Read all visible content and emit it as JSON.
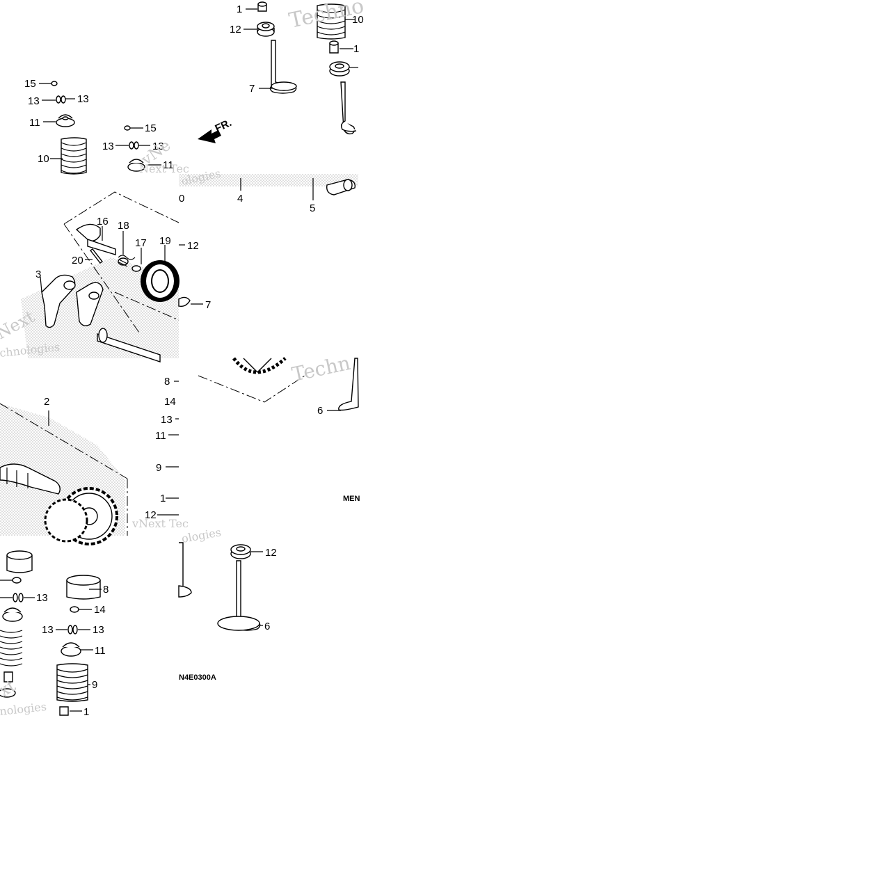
{
  "callouts": {
    "t1": "1",
    "t12a": "12",
    "t7a": "7",
    "t10a": "10",
    "t1b": "1",
    "t15a": "15",
    "t13a": "13",
    "t13b": "13",
    "t11a": "11",
    "t10b": "10",
    "t15b": "15",
    "t13c": "13",
    "t13d": "13",
    "t11b": "11",
    "tfr": "FR.",
    "t0": "0",
    "t4": "4",
    "t5": "5",
    "t16": "16",
    "t18": "18",
    "t17": "17",
    "t19": "19",
    "t12b": "12",
    "t20": "20",
    "t3": "3",
    "t7b": "7",
    "t2": "2",
    "t8a": "8",
    "t14a": "14",
    "t13e": "13",
    "t11c": "11",
    "t9a": "9",
    "t1c": "1",
    "t12c": "12",
    "t6a": "6",
    "t12d": "12",
    "t6b": "6",
    "t8b": "8",
    "t14b": "14",
    "t13f": "13",
    "t13g": "13",
    "t13h": "13",
    "t11d": "11",
    "t9b": "9",
    "t1d": "1"
  },
  "codes": {
    "men": "MEN",
    "fig": "N4E0300A"
  },
  "watermark": {
    "w1": "Techno",
    "w2": "vNe",
    "w3": "Next Tec",
    "w4": "ologies",
    "w5": "Next",
    "w6": "chnologies",
    "w7": "Techn",
    "w8": "vNext Tec",
    "w9": "ologies",
    "w10": "xt",
    "w11": "nologies"
  },
  "colors": {
    "ink": "#000000",
    "watermark": "#c8c8c8",
    "background": "#ffffff"
  }
}
